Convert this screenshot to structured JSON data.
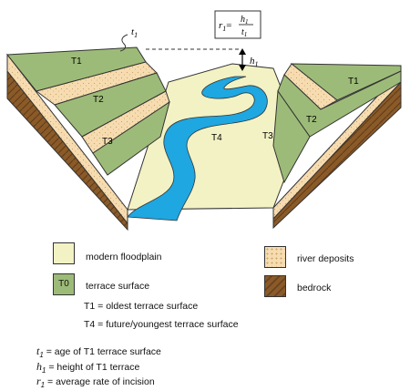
{
  "diagram": {
    "terrace_labels": {
      "t1_left": "T1",
      "t2_left": "T2",
      "t3_left": "T3",
      "t4_center": "T4",
      "t3_right": "T3",
      "t2_right": "T2",
      "t1_right": "T1"
    },
    "symbol_t": "t",
    "symbol_h": "h",
    "symbol_sub": "1",
    "formula": {
      "lhs": "r",
      "sub": "1",
      "eq": "=",
      "num": "h",
      "den": "t"
    },
    "colors": {
      "floodplain": "#f3f2c4",
      "terrace_surface": "#9dbb78",
      "river_deposits": "#f6dcb0",
      "bedrock": "#8a5a28",
      "river": "#1ea7e1"
    }
  },
  "legend": {
    "items": [
      {
        "label": "modern floodplain",
        "swatch_text": ""
      },
      {
        "label": "terrace surface",
        "swatch_text": "T0"
      },
      {
        "label": "river deposits",
        "swatch_text": ""
      },
      {
        "label": "bedrock",
        "swatch_text": ""
      }
    ],
    "notes": [
      "T1 = oldest terrace surface",
      "T4 = future/youngest terrace surface"
    ],
    "definitions": [
      {
        "symbol": "t",
        "sub": "1",
        "text": "= age of T1 terrace surface"
      },
      {
        "symbol": "h",
        "sub": "1",
        "text": "= height of T1 terrace"
      },
      {
        "symbol": "r",
        "sub": "1",
        "text": "= average rate of incision"
      }
    ]
  }
}
